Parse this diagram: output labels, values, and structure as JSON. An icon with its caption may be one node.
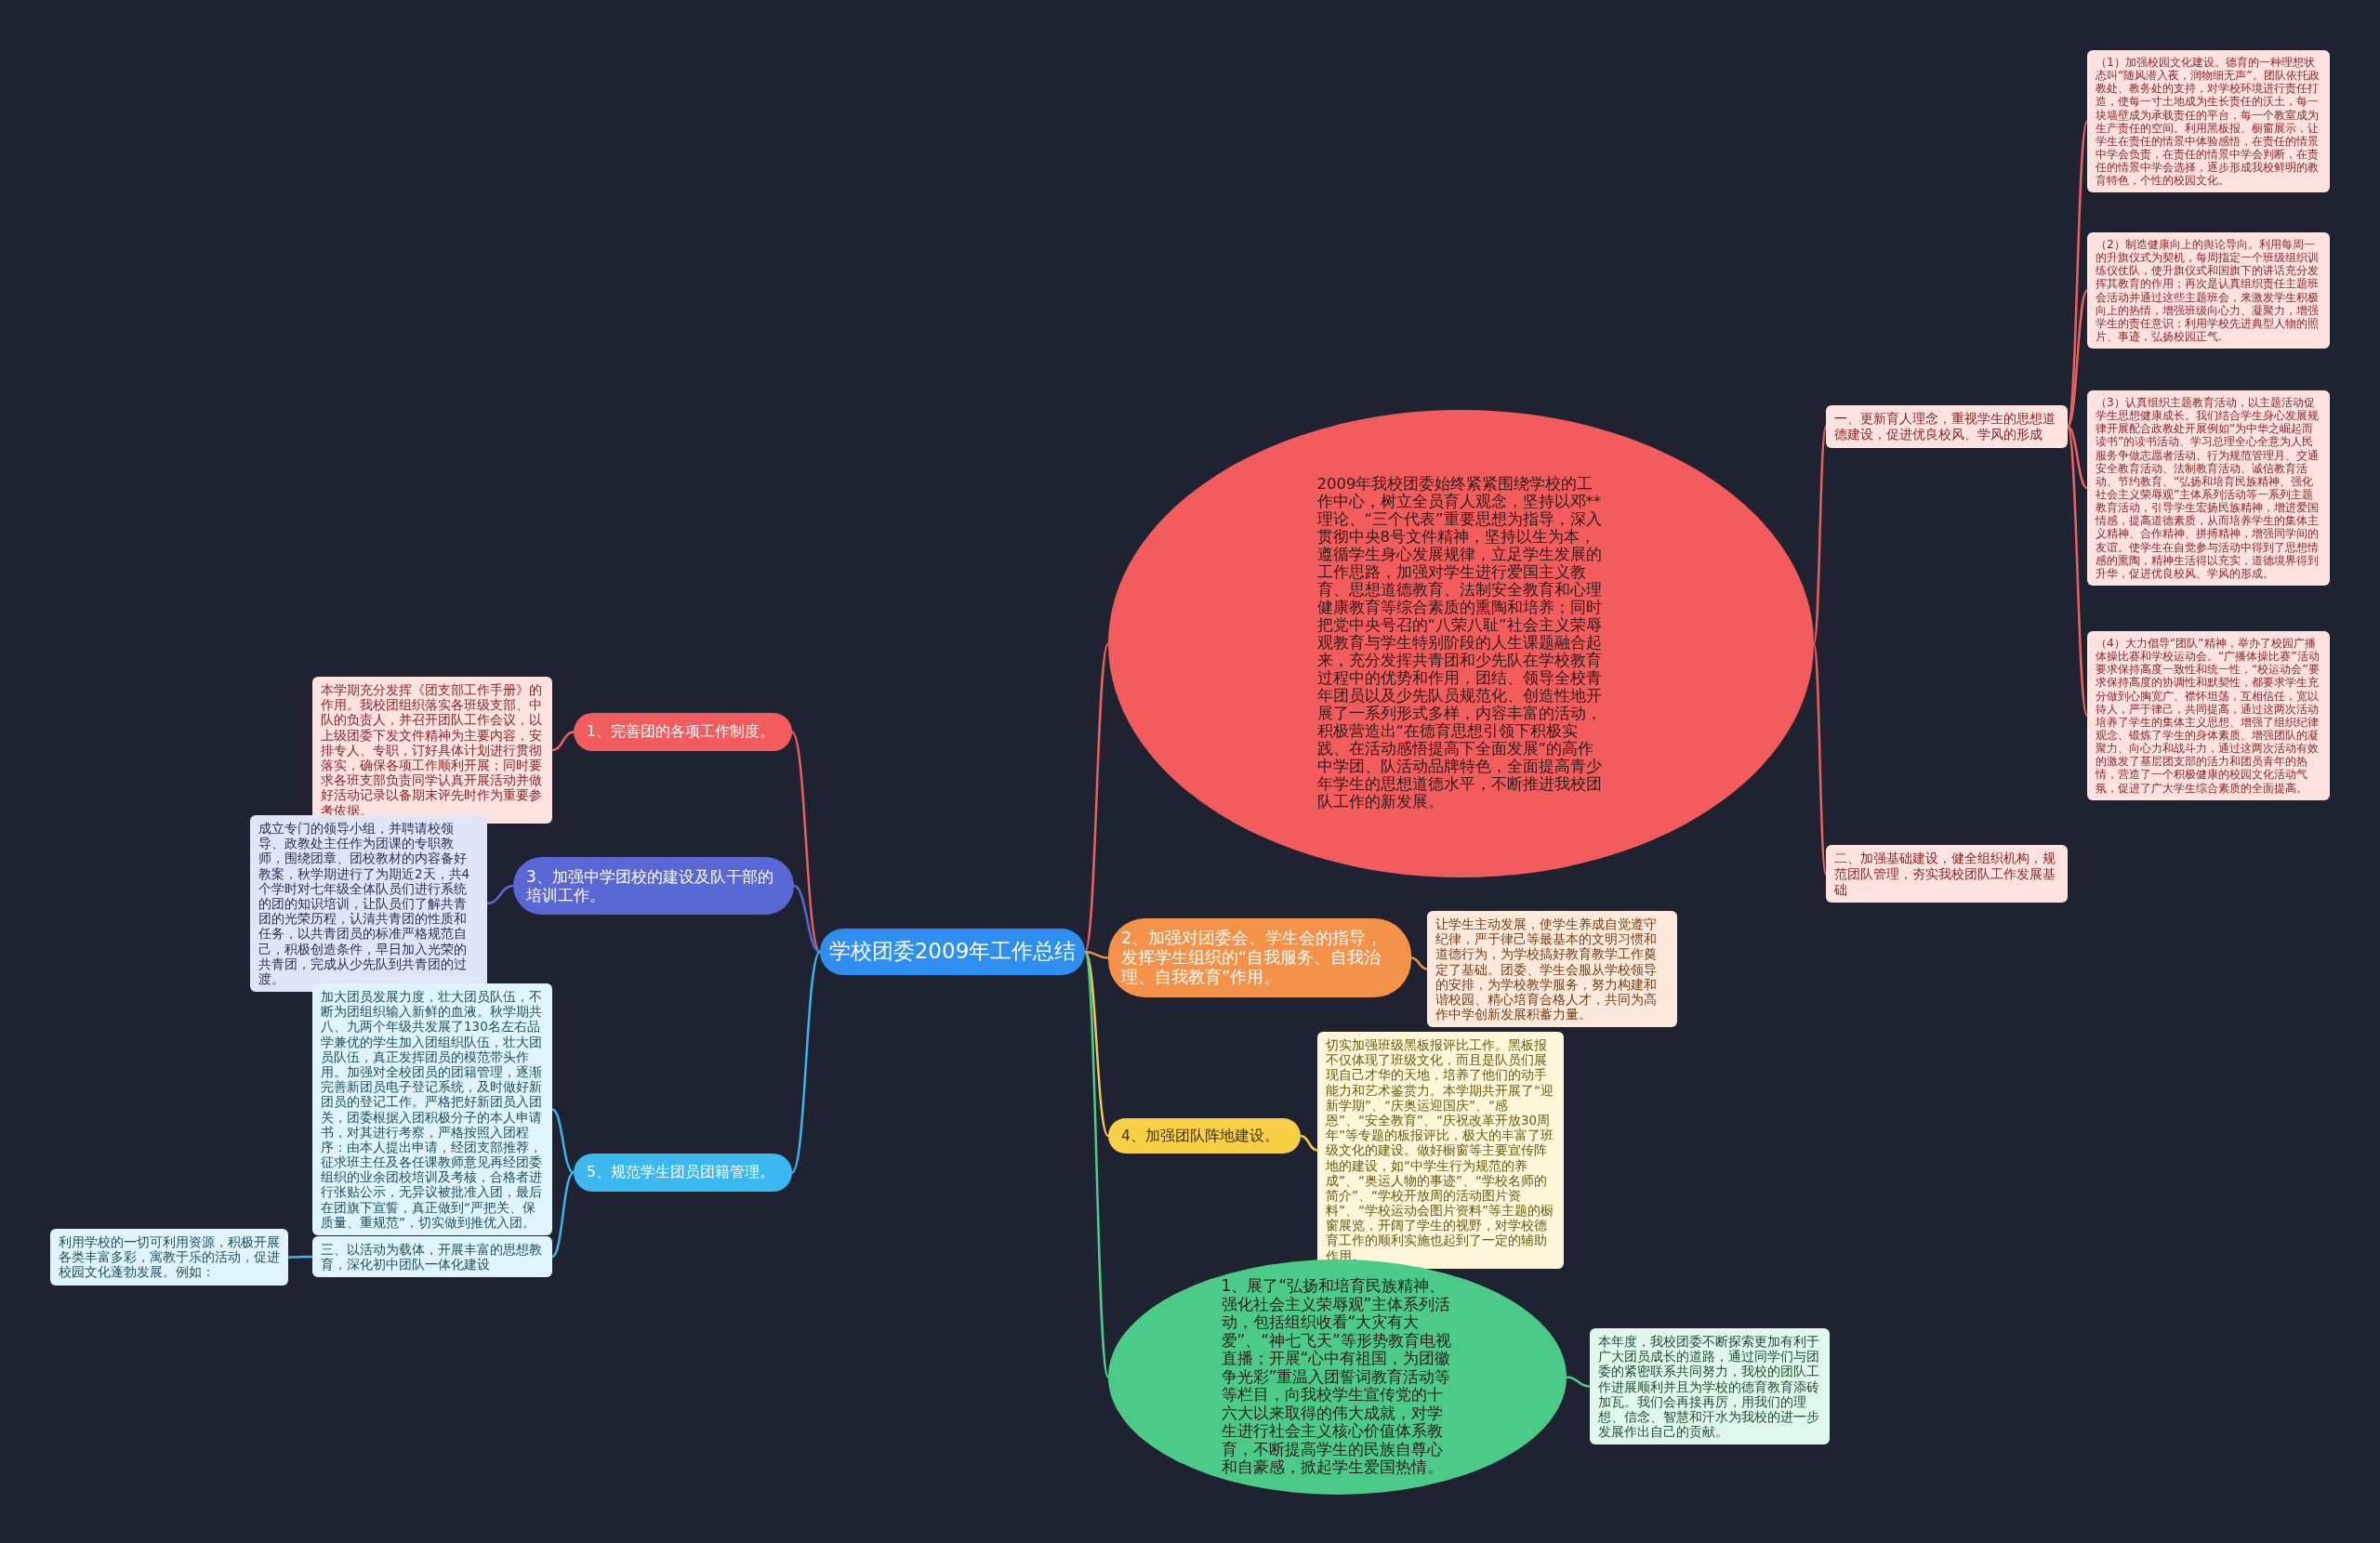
{
  "diagram": {
    "nodes": [
      {
        "text": [
          "学校团委2009年工作总结"
        ]
      },
      {
        "text": [
          "2009年我校团委始终紧紧围绕学校的工作中心，树立全员育人观念，坚持以邓**理论、“三个代表”重要思想为指导，深入贯彻中央8号文件精神，坚持以生为本，遵循学生身心发展规律，立足学生发展的工作思路，加强对学生进行爱国主义教育、思想道德教育、法制安全教育和心理健康教育等综合素质的熏陶和培养；同时把党中央号召的“八荣八耻”社会主义荣辱观教育与学生特别阶段的人生课题融合起来，充分发挥共青团和少先队在学校教育过程中的优势和作用，团结、领导全校青年团员以及少先队员规范化、创造性地开展了一系列形式多样，内容丰富的活动，积极营造出“在德育思想引领下积极实践、在活动感悟提高下全面发展”的高作中学团、队活动品牌特色，全面提高青少年学生的思想道德水平，不断推进我校团队工作的新发展。"
        ]
      },
      {
        "text": [
          "一、更新育人理念，重视学生的思想道德建设，促进优良校风、学风的形成"
        ]
      },
      {
        "text": [
          "（1）加强校园文化建设。德育的一种理想状态叫“随风潜入夜，润物细无声”。团队依托政教处、教务处的支持，对学校环境进行责任打造，使每一寸土地成为生长责任的沃土，每一块墙壁成为承载责任的平台，每一个教室成为生产责任的空间。利用黑板报、橱窗展示，让学生在责任的情景中体验感悟，在责任的情景中学会负责，在责任的情景中学会判断，在责任的情景中学会选择，逐步形成我校鲜明的教育特色，个性的校园文化。"
        ]
      },
      {
        "text": [
          "（2）制造健康向上的舆论导向。利用每周一的升旗仪式为契机，每周指定一个班级组织训练仪仗队，使升旗仪式和国旗下的讲话充分发挥其教育的作用；再次是认真组织责任主题班会活动并通过这些主题班会，来激发学生积极向上的热情，增强班级向心力、凝聚力，增强学生的责任意识；利用学校先进典型人物的照片、事迹，弘扬校园正气."
        ]
      },
      {
        "text": [
          "（3）认真组织主题教育活动，以主题活动促学生思想健康成长。我们结合学生身心发展规律开展配合政教处开展例如“为中华之崛起而读书”的读书活动、学习总理全心全意为人民服务争做志愿者活动、行为规范管理月、交通安全教育活动、法制教育活动、诚信教育活动、节约教育、“弘扬和培育民族精神、强化社会主义荣辱观”主体系列活动等一系列主题教育活动，引导学生宏扬民族精神，增进爱国情感，提高道德素质，从而培养学生的集体主义精神、合作精神、拼搏精神，增强同学间的友谊。使学生在自觉参与活动中得到了思想情感的熏陶，精神生活得以充实，道德境界得到升华，促进优良校风、学风的形成。"
        ]
      },
      {
        "text": [
          "（4）大力倡导“团队”精神，举办了校园广播体操比赛和学校运动会。“广播体操比赛”活动要求保持高度一致性和统一性，“校运动会”要求保持高度的协调性和默契性，都要求学生充分做到心胸宽广、襟怀坦荡，互相信任，宽以待人，严于律己，共同提高，通过这两次活动培养了学生的集体主义思想、增强了组织纪律观念、锻炼了学生的身体素质、增强团队的凝聚力、向心力和战斗力，通过这两次活动有效的激发了基层团支部的活力和团员青年的热情，营造了一个积极健康的校园文化活动气氛，促进了广大学生综合素质的全面提高。"
        ]
      },
      {
        "text": [
          "二、加强基础建设，健全组织机构，规范团队管理，夯实我校团队工作发展基础"
        ]
      },
      {
        "text": [
          "1、完善团的各项工作制度。"
        ]
      },
      {
        "text": [
          "本学期充分发挥《团支部工作手册》的作用。我校团组织落实各班级支部、中队的负责人，并召开团队工作会议，以上级团委下发文件精神为主要内容，安排专人、专职，订好具体计划进行贯彻落实，确保各项工作顺利开展；同时要求各班支部负责同学认真开展活动并做好活动记录以备期末评先时作为重要参考依据。"
        ]
      },
      {
        "text": [
          "3、加强中学团校的建设及队干部的培训工作。"
        ]
      },
      {
        "text": [
          "成立专门的领导小组，并聘请校领导、政教处主任作为团课的专职教师，围绕团章、团校教材的内容备好教案，秋学期进行了为期近2天，共4个学时对七年级全体队员们进行系统的团的知识培训，让队员们了解共青团的光荣历程，认清共青团的性质和任务，以共青团员的标准严格规范自己，积极创造条件，早日加入光荣的共青团，完成从少先队到共青团的过渡。"
        ]
      },
      {
        "text": [
          "2、加强对团委会、学生会的指导，发挥学生组织的“自我服务、自我治理、自我教育”作用。"
        ]
      },
      {
        "text": [
          "让学生主动发展，使学生养成自觉遵守纪律，严于律己等最基本的文明习惯和道德行为，为学校搞好教育教学工作奠定了基础。团委、学生会服从学校领导的安排，为学校教学服务，努力构建和谐校园、精心培育合格人才，共同为高作中学创新发展积蓄力量。"
        ]
      },
      {
        "text": [
          "4、加强团队阵地建设。"
        ]
      },
      {
        "text": [
          "切实加强班级黑板报评比工作。黑板报不仅体现了班级文化，而且是队员们展现自己才华的天地，培养了他们的动手能力和艺术鉴赏力。本学期共开展了“迎新学期”、“庆奥运迎国庆”、“感恩”、“安全教育”、“庆祝改革开放30周年”等专题的板报评比，极大的丰富了班级文化的建设。做好橱窗等主要宣传阵地的建设，如“中学生行为规范的养成”、“奥运人物的事迹”、“学校名师的简介”、“学校开放周的活动图片资料”、“学校运动会图片资料”等主题的橱窗展览，开阔了学生的视野，对学校德育工作的顺利实施也起到了一定的辅助作用。"
        ]
      },
      {
        "text": [
          "5、规范学生团员团籍管理。"
        ]
      },
      {
        "text": [
          "加大团员发展力度，壮大团员队伍，不断为团组织输入新鲜的血液。秋学期共八、九两个年级共发展了130名左右品学兼优的学生加入团组织队伍，壮大团员队伍，真正发挥团员的模范带头作用。加强对全校团员的团籍管理，逐渐完善新团员电子登记系统，及时做好新团员的登记工作。严格把好新团员入团关，团委根据入团积极分子的本人申请书，对其进行考察，严格按照入团程序：由本人提出申请，经团支部推荐，征求班主任及各任课教师意见再经团委组织的业余团校培训及考核，合格者进行张贴公示，无异议被批准入团，最后在团旗下宣誓，真正做到“严把关、保质量、重规范”，切实做到推优入团。"
        ]
      },
      {
        "text": [
          "三、以活动为载体，开展丰富的思想教育，深化初中团队一体化建设"
        ]
      },
      {
        "text": [
          "利用学校的一切可利用资源，积极开展各类丰富多彩，寓教于乐的活动，促进校园文化蓬勃发展。例如："
        ]
      },
      {
        "text": [
          "1、展了“弘扬和培育民族精神、强化社会主义荣辱观”主体系列活动，包括组织收看“大灾有大爱”、“神七飞天”等形势教育电视直播；开展“心中有祖国，为团徽争光彩”重温入团誓词教育活动等等栏目，向我校学生宣传党的十六大以来取得的伟大成就，对学生进行社会主义核心价值体系教育，不断提高学生的民族自尊心和自豪感，掀起学生爱国热情。"
        ]
      },
      {
        "text": [
          "本年度，我校团委不断探索更加有利于广大团员成长的道路，通过同学们与团委的紧密联系共同努力，我校的团队工作进展顺利并且为学校的德育教育添砖加瓦。我们会再接再厉，用我们的理想、信念、智慧和汗水为我校的进一步发展作出自己的贡献。"
        ]
      }
    ],
    "edges": [
      {
        "from": 0,
        "to": 1,
        "arrow": "none",
        "color": "#e8615f"
      },
      {
        "from": 1,
        "to": 2,
        "arrow": "none",
        "color": "#e8615f"
      },
      {
        "from": 2,
        "to": 3,
        "arrow": "none",
        "color": "#e8615f"
      },
      {
        "from": 2,
        "to": 4,
        "arrow": "none",
        "color": "#e8615f"
      },
      {
        "from": 2,
        "to": 5,
        "arrow": "none",
        "color": "#e8615f"
      },
      {
        "from": 2,
        "to": 6,
        "arrow": "none",
        "color": "#e8615f"
      },
      {
        "from": 1,
        "to": 7,
        "arrow": "none",
        "color": "#e8615f"
      },
      {
        "from": 0,
        "to": 8,
        "arrow": "none",
        "color": "#e8615f"
      },
      {
        "from": 8,
        "to": 9,
        "arrow": "none",
        "color": "#e8615f"
      },
      {
        "from": 0,
        "to": 10,
        "arrow": "none",
        "color": "#5a68d6"
      },
      {
        "from": 10,
        "to": 11,
        "arrow": "none",
        "color": "#5a68d6"
      },
      {
        "from": 0,
        "to": 12,
        "arrow": "none",
        "color": "#f0924a"
      },
      {
        "from": 12,
        "to": 13,
        "arrow": "none",
        "color": "#f0924a"
      },
      {
        "from": 0,
        "to": 14,
        "arrow": "none",
        "color": "#f2c94c"
      },
      {
        "from": 14,
        "to": 15,
        "arrow": "none",
        "color": "#f2c94c"
      },
      {
        "from": 0,
        "to": 16,
        "arrow": "none",
        "color": "#3cb4ee"
      },
      {
        "from": 16,
        "to": 17,
        "arrow": "none",
        "color": "#3cb4ee"
      },
      {
        "from": 16,
        "to": 18,
        "arrow": "none",
        "color": "#3cb4ee"
      },
      {
        "from": 18,
        "to": 19,
        "arrow": "none",
        "color": "#3cb4ee"
      },
      {
        "from": 0,
        "to": 20,
        "arrow": "none",
        "color": "#4ccb88"
      },
      {
        "from": 20,
        "to": 21,
        "arrow": "none",
        "color": "#4ccb88"
      }
    ]
  }
}
